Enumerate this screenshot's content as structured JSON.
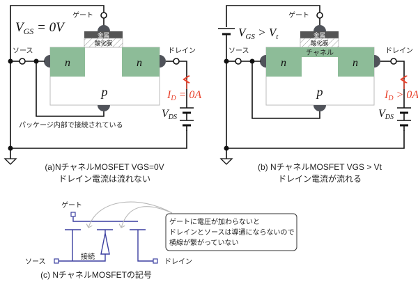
{
  "panel_a": {
    "gate_label": "ゲート",
    "source_label": "ソース",
    "drain_label": "ドレイン",
    "vgs_label": "V",
    "vgs_sub": "GS",
    "vgs_rest": " = 0V",
    "metal_label": "金属",
    "oxide_label": "酸化膜",
    "n_left": "n",
    "n_right": "n",
    "p_label": "p",
    "id_label": "I",
    "id_sub": "D",
    "id_rest": " = 0A",
    "vds_label": "V",
    "vds_sub": "DS",
    "package_note": "パッケージ内部で接続されている",
    "caption_line1": "(a)NチャネルMOSFET VGS=0V",
    "caption_line2": "ドレイン電流は流れない"
  },
  "panel_b": {
    "gate_label": "ゲート",
    "source_label": "ソース",
    "drain_label": "ドレイン",
    "vgs_label": "V",
    "vgs_sub": "GS",
    "vgs_rest": " > V",
    "vgs_rest_sub": "t",
    "metal_label": "金属",
    "oxide_label": "酸化膜",
    "channel_label": "チャネル",
    "n_left": "n",
    "n_right": "n",
    "p_label": "p",
    "id_label": "I",
    "id_sub": "D",
    "id_rest": " > 0A",
    "vds_label": "V",
    "vds_sub": "DS",
    "caption_line1": "(b) NチャネルMOSFET VGS > Vt",
    "caption_line2": "ドレイン電流が流れる"
  },
  "panel_c": {
    "gate_label": "ゲート",
    "source_label": "ソース",
    "drain_label": "ドレイン",
    "connect_label": "接続",
    "callout_lines": [
      "ゲートに電圧が加わらないと",
      "ドレインとソースは導通にならないので",
      "横線が繋がっていない"
    ],
    "caption": "(c) NチャネルMOSFETの記号"
  },
  "colors": {
    "n_region": "#8dbc98",
    "metal": "#555555",
    "terminal_bump": "#50535a",
    "current_red": "#e8402a",
    "symbol_blue": "#3b3fa0",
    "wire": "#111111"
  }
}
